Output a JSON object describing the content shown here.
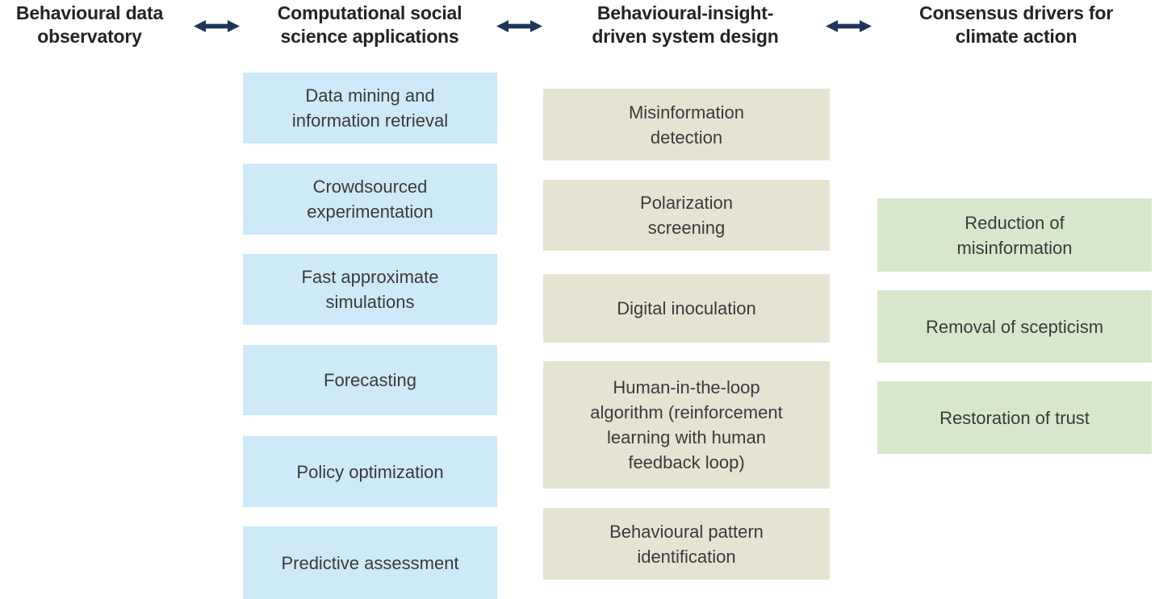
{
  "figure": {
    "type": "flow-diagram",
    "colors": {
      "background": "#ffffff",
      "arrow_navy": "#1f3659",
      "header_text": "#242424",
      "box_text": "#3a3a3a",
      "box_blue": "#cee9f8",
      "box_beige": "#e5e4d2",
      "box_green": "#d7e7cc"
    },
    "arrows": [
      {
        "name": "arrow-observatory-applications",
        "type": "double-headed"
      },
      {
        "name": "arrow-applications-design",
        "type": "double-headed"
      },
      {
        "name": "arrow-design-consensus",
        "type": "double-headed"
      }
    ],
    "columns": [
      {
        "id": "behavioural-data-observatory",
        "header_lines": [
          "Behavioural data",
          "observatory"
        ],
        "boxes": []
      },
      {
        "id": "computational-social-science-applications",
        "header_lines": [
          "Computational social",
          "science applications"
        ],
        "box_color": "#cee9f8",
        "boxes": [
          {
            "lines": [
              "Data mining and",
              "information retrieval"
            ]
          },
          {
            "lines": [
              "Crowdsourced",
              "experimentation"
            ]
          },
          {
            "lines": [
              "Fast approximate",
              "simulations"
            ]
          },
          {
            "lines": [
              "Forecasting"
            ]
          },
          {
            "lines": [
              "Policy optimization"
            ]
          },
          {
            "lines": [
              "Predictive assessment"
            ]
          }
        ]
      },
      {
        "id": "behavioural-insight-driven-system-design",
        "header_lines": [
          "Behavioural-insight-",
          "driven system design"
        ],
        "box_color": "#e5e4d2",
        "boxes": [
          {
            "lines": [
              "Misinformation",
              "detection"
            ]
          },
          {
            "lines": [
              "Polarization",
              "screening"
            ]
          },
          {
            "lines": [
              "Digital inoculation"
            ]
          },
          {
            "lines": [
              "Human-in-the-loop",
              "algorithm (reinforcement",
              "learning with human",
              "feedback loop)"
            ]
          },
          {
            "lines": [
              "Behavioural pattern",
              "identification"
            ]
          }
        ]
      },
      {
        "id": "consensus-drivers-for-climate-action",
        "header_lines": [
          "Consensus drivers for",
          "climate action"
        ],
        "box_color": "#d7e7cc",
        "boxes": [
          {
            "lines": [
              "Reduction of",
              "misinformation"
            ]
          },
          {
            "lines": [
              "Removal of scepticism"
            ]
          },
          {
            "lines": [
              "Restoration of trust"
            ]
          }
        ]
      }
    ]
  }
}
